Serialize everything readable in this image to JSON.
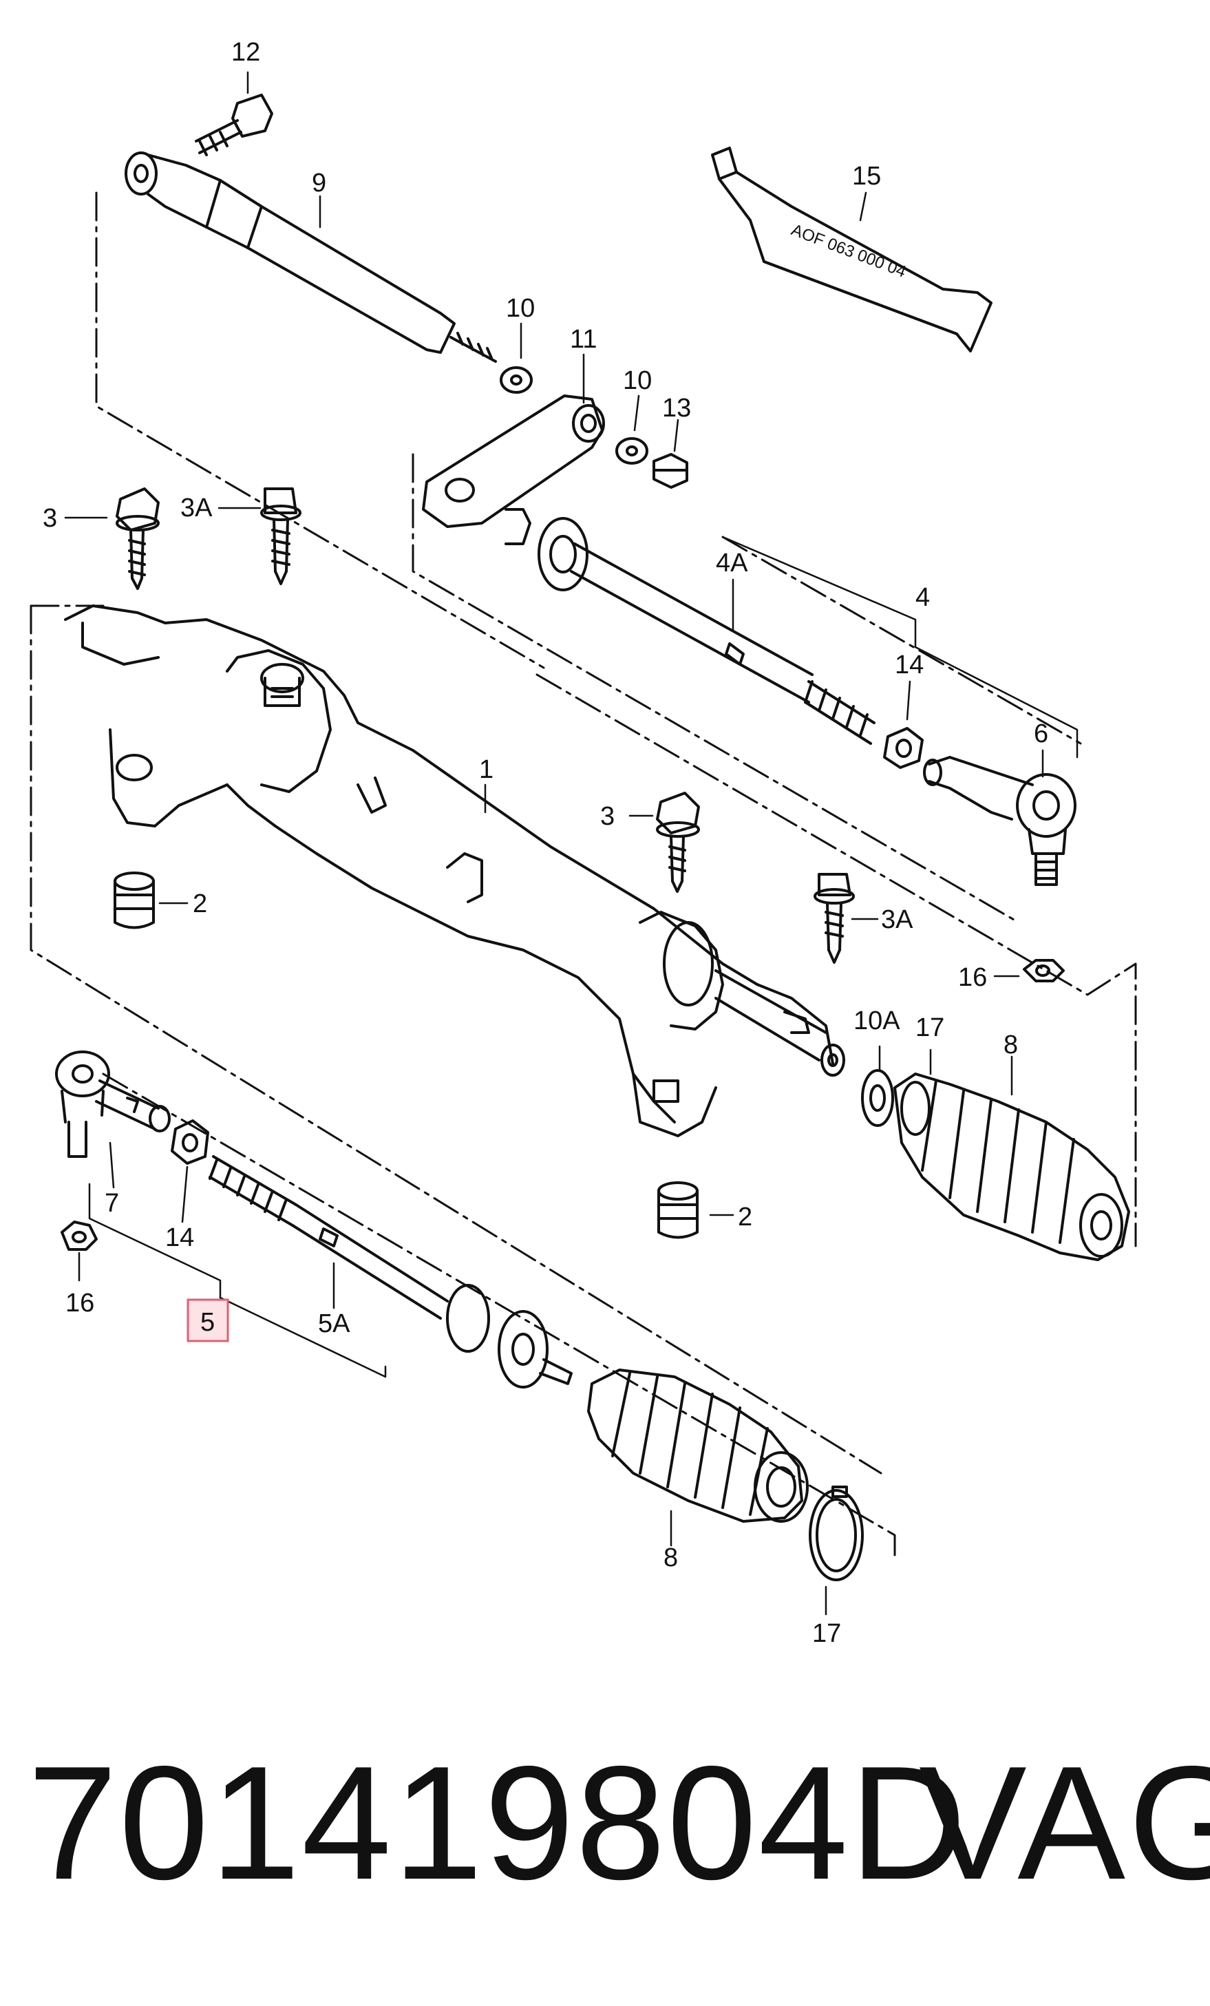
{
  "diagram": {
    "callouts": {
      "c12": "12",
      "c9": "9",
      "c15": "15",
      "c10a": "10",
      "c11": "11",
      "c10b": "10",
      "c13": "13",
      "c3a": "3",
      "c3A_a": "3A",
      "c4A": "4A",
      "c4": "4",
      "c14a": "14",
      "c6": "6",
      "c1": "1",
      "c3b": "3",
      "c2a": "2",
      "c3A_b": "3A",
      "c16a": "16",
      "c10A": "10A",
      "c17a": "17",
      "c8a": "8",
      "c7": "7",
      "c14b": "14",
      "c16b": "16",
      "c5": "5",
      "c5A": "5A",
      "c2b": "2",
      "c8b": "8",
      "c17b": "17"
    },
    "tube_print": "AOF 063 000 04",
    "highlight_color": "#e06070"
  },
  "footer": {
    "part_number": "701419804D",
    "brand": "VAG"
  }
}
